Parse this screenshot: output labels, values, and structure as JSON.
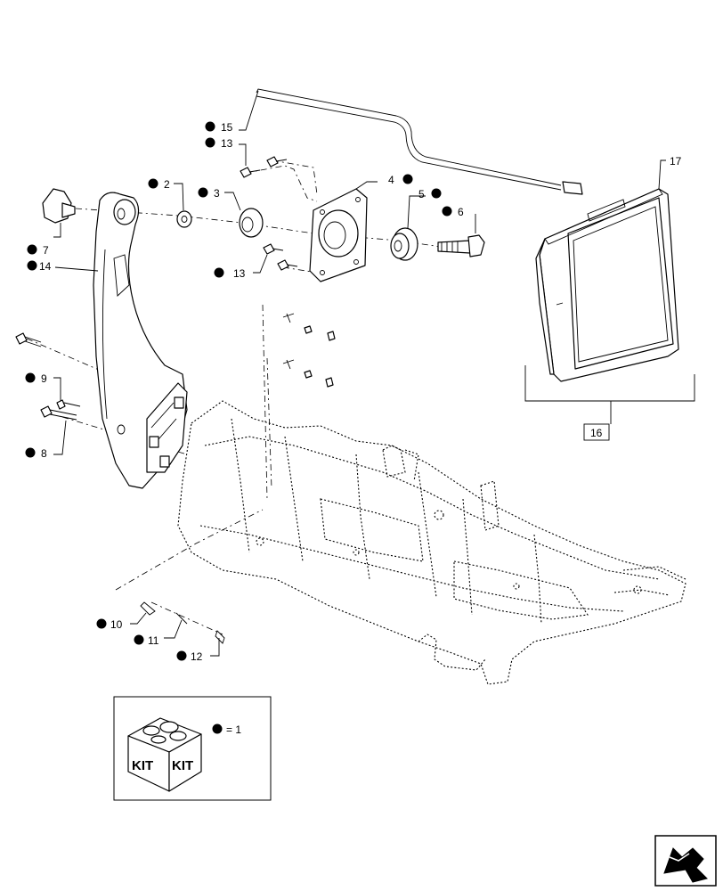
{
  "callouts": [
    {
      "id": "15",
      "label": "15"
    },
    {
      "id": "13a",
      "label": "13"
    },
    {
      "id": "2",
      "label": "2"
    },
    {
      "id": "3",
      "label": "3"
    },
    {
      "id": "4",
      "label": "4"
    },
    {
      "id": "5",
      "label": "5"
    },
    {
      "id": "6",
      "label": "6"
    },
    {
      "id": "7",
      "label": "7"
    },
    {
      "id": "14",
      "label": "14"
    },
    {
      "id": "13b",
      "label": "13"
    },
    {
      "id": "9",
      "label": "9"
    },
    {
      "id": "8",
      "label": "8"
    },
    {
      "id": "10",
      "label": "10"
    },
    {
      "id": "11",
      "label": "11"
    },
    {
      "id": "12",
      "label": "12"
    },
    {
      "id": "17",
      "label": "17"
    },
    {
      "id": "16",
      "label": "16"
    }
  ],
  "legend": {
    "kit_text_left": "KIT",
    "kit_text_right": "KIT",
    "equals_text": "= 1"
  },
  "nav": {
    "icon": "next-page-arrow-icon"
  }
}
